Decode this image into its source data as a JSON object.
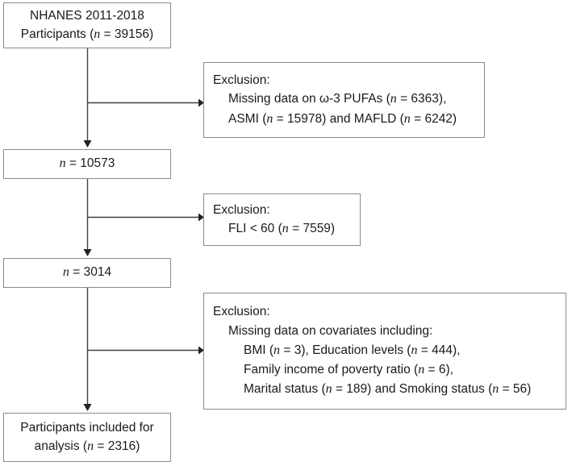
{
  "diagram": {
    "title": "NHANES participant selection flowchart",
    "type": "flowchart",
    "stroke_color": "#8a8a8a",
    "line_color": "#404040",
    "background": "#ffffff"
  },
  "nodes": [
    {
      "id": "enrollment",
      "role": "population",
      "lines": [
        {
          "text": "NHANES 2011-2018",
          "indent": 0
        },
        {
          "text": "Participants (n = 39156)",
          "indent": 0
        }
      ],
      "count_label": "n = 39156",
      "count": 39156
    },
    {
      "id": "exclusion-1",
      "role": "exclusion",
      "lines": [
        {
          "text": "Exclusion:",
          "indent": 0
        },
        {
          "text": "Missing data on ω-3 PUFAs (n = 6363),",
          "indent": 1
        },
        {
          "text": "ASMI (n = 15978) and MAFLD (n = 6242)",
          "indent": 1
        }
      ],
      "excluded_items": [
        {
          "reason": "Missing data on ω-3 PUFAs",
          "count": 6363
        },
        {
          "reason": "ASMI",
          "count": 15978
        },
        {
          "reason": "MAFLD",
          "count": 6242
        }
      ]
    },
    {
      "id": "remaining-1",
      "role": "population",
      "lines": [
        {
          "text": "n = 10573",
          "indent": 0
        }
      ],
      "count_label": "n = 10573",
      "count": 10573
    },
    {
      "id": "exclusion-2",
      "role": "exclusion",
      "lines": [
        {
          "text": "Exclusion:",
          "indent": 0
        },
        {
          "text": "FLI < 60 (n = 7559)",
          "indent": 1
        }
      ],
      "excluded_items": [
        {
          "reason": "FLI < 60",
          "count": 7559
        }
      ]
    },
    {
      "id": "remaining-2",
      "role": "population",
      "lines": [
        {
          "text": "n = 3014",
          "indent": 0
        }
      ],
      "count_label": "n = 3014",
      "count": 3014
    },
    {
      "id": "exclusion-3",
      "role": "exclusion",
      "lines": [
        {
          "text": "Exclusion:",
          "indent": 0
        },
        {
          "text": "Missing data on covariates including:",
          "indent": 1
        },
        {
          "text": "BMI (n = 3), Education levels (n = 444),",
          "indent": 2
        },
        {
          "text": "Family income of poverty ratio (n = 6),",
          "indent": 2
        },
        {
          "text": "Marital status (n = 189) and Smoking status (n = 56)",
          "indent": 2
        }
      ],
      "excluded_items": [
        {
          "reason": "BMI",
          "count": 3
        },
        {
          "reason": "Education levels",
          "count": 444
        },
        {
          "reason": "Family income of poverty ratio",
          "count": 6
        },
        {
          "reason": "Marital status",
          "count": 189
        },
        {
          "reason": "Smoking status",
          "count": 56
        }
      ]
    },
    {
      "id": "final",
      "role": "population",
      "lines": [
        {
          "text": "Participants included for",
          "indent": 0
        },
        {
          "text": "analysis (n = 2316)",
          "indent": 0
        }
      ],
      "count_label": "n = 2316",
      "count": 2316
    }
  ]
}
